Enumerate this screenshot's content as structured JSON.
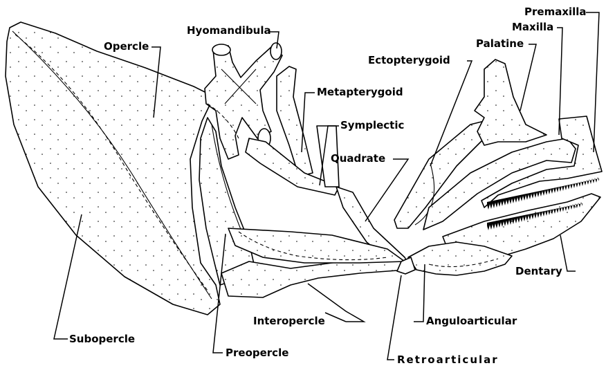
{
  "labels": {
    "hyomandibula": "Hyomandibula",
    "opercle": "Opercle",
    "premaxilla": "Premaxilla",
    "maxilla": "Maxilla",
    "palatine": "Palatine",
    "ectopterygoid": "Ectopterygoid",
    "metapterygoid": "Metapterygoid",
    "symplectic": "Symplectic",
    "quadrate": "Quadrate",
    "dentary": "Dentary",
    "interopercle": "Interopercle",
    "anguloarticular": "Anguloarticular",
    "subopercle": "Subopercle",
    "preopercle": "Preopercle",
    "retroarticular": "Retroarticular"
  },
  "colors": {
    "ink": "#000000",
    "background": "#ffffff"
  }
}
